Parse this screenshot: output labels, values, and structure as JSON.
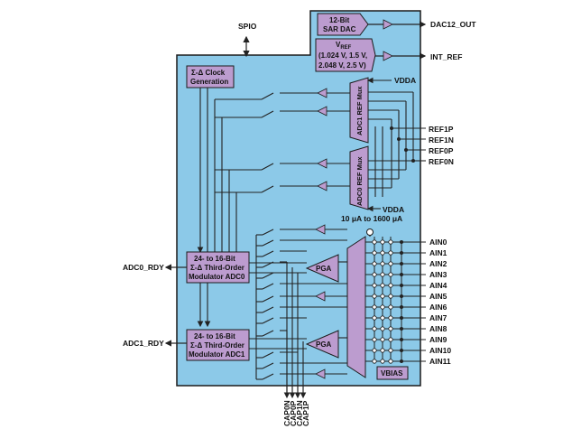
{
  "labels": {
    "spio": "SPIO",
    "dac12_out": "DAC12_OUT",
    "int_ref": "INT_REF",
    "vdda_top": "VDDA",
    "vdda_bottom": "VDDA",
    "bias_current": "10 μA to 1600 μA",
    "adc0_rdy": "ADC0_RDY",
    "adc1_rdy": "ADC1_RDY",
    "vbias": "VBIAS"
  },
  "blocks": {
    "dac": [
      "12-Bit",
      "SAR DAC"
    ],
    "vref_title_main": "V",
    "vref_title_sub": "REF",
    "vref_values": [
      "(1.024 V, 1.5 V,",
      "2.048 V, 2.5 V)"
    ],
    "clock": [
      "Σ-Δ Clock",
      "Generation"
    ],
    "adc0": [
      "24- to 16-Bit",
      "Σ-Δ Third-Order",
      "Modulator ADC0"
    ],
    "adc1": [
      "24- to 16-Bit",
      "Σ-Δ Third-Order",
      "Modulator ADC1"
    ],
    "pga": "PGA",
    "adc1_mux": "ADC1 REF Mux",
    "adc0_mux": "ADC0 REF Mux"
  },
  "ref_pins": [
    "REF1P",
    "REF1N",
    "REF0P",
    "REF0N"
  ],
  "ain_pins": [
    "AIN0",
    "AIN1",
    "AIN2",
    "AIN3",
    "AIN4",
    "AIN5",
    "AIN6",
    "AIN7",
    "AIN8",
    "AIN9",
    "AIN10",
    "AIN11"
  ],
  "cap_pins": [
    "CAP0N",
    "CAP0P",
    "CAP1N",
    "CAP1P"
  ],
  "colors": {
    "chip_fill": "#8cc9e8",
    "block_fill": "#bc9ccf",
    "outline": "#1b1b1b",
    "wire": "#222222"
  }
}
